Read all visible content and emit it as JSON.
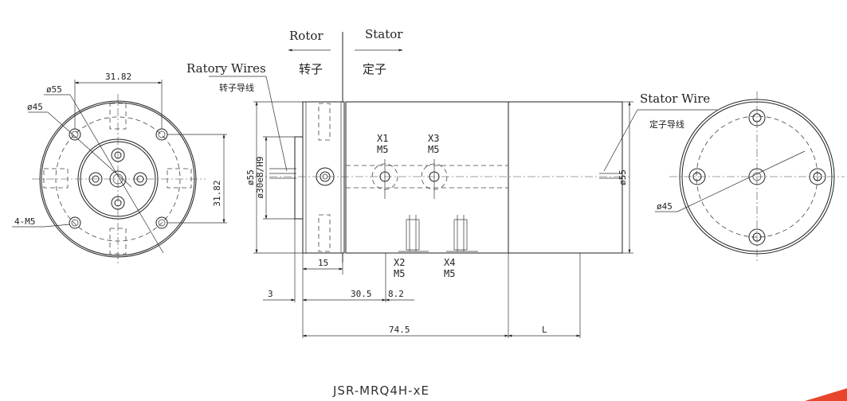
{
  "labels": {
    "rotor": "Rotor",
    "stator": "Stator",
    "rotor_cn": "转子",
    "stator_cn": "定子",
    "rotary_wires": "Ratory Wires",
    "rotary_wires_cn": "转子导线",
    "stator_wire": "Stator Wire",
    "stator_wire_cn": "定子导线",
    "x1": "X1",
    "x1_thread": "M5",
    "x3": "X3",
    "x3_thread": "M5",
    "x2": "X2",
    "x2_thread": "M5",
    "x4": "X4",
    "x4_thread": "M5"
  },
  "dimensions": {
    "d55_left": "ø55",
    "d45_left": "ø45",
    "d31_82_top": "31.82",
    "d31_82_side": "31.82",
    "holes_4m5": "4-M5",
    "body_d55": "ø55",
    "shaft_d30": "ø30e8/H9",
    "right_d55": "ø55",
    "right_d45": "ø45",
    "w15": "15",
    "w3": "3",
    "w30_5": "30.5",
    "w8_2": "8.2",
    "w74_5": "74.5",
    "wL": "L"
  },
  "model": "JSR-MRQ4H-xE"
}
